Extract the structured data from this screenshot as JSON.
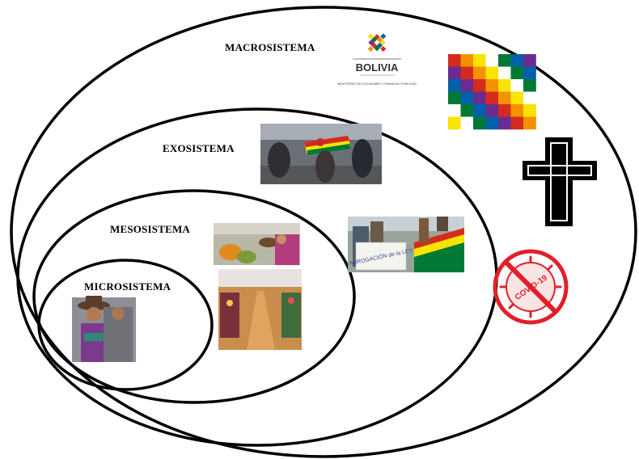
{
  "levels": {
    "macro": "MACROSISTEMA",
    "exo": "EXOSISTEMA",
    "meso": "MESOSISTEMA",
    "micro": "MICROSISTEMA"
  },
  "logo": {
    "country": "BOLIVIA",
    "ministry": "MINISTERIO DE ECONOMÍA Y FINANZAS PÚBLICAS"
  },
  "protest_sign": "ABROGACIÓN de la LEY",
  "covid_badge": "COVID-19",
  "icons": [
    "bolivia-ministry-logo",
    "wiphala-flag",
    "christian-cross-icon",
    "no-covid-icon"
  ],
  "colors": {
    "outline": "#000000",
    "bolivia_red": "#d52b1e",
    "bolivia_yellow": "#f9e300",
    "bolivia_green": "#007934",
    "covid_red": "#e0202a"
  }
}
